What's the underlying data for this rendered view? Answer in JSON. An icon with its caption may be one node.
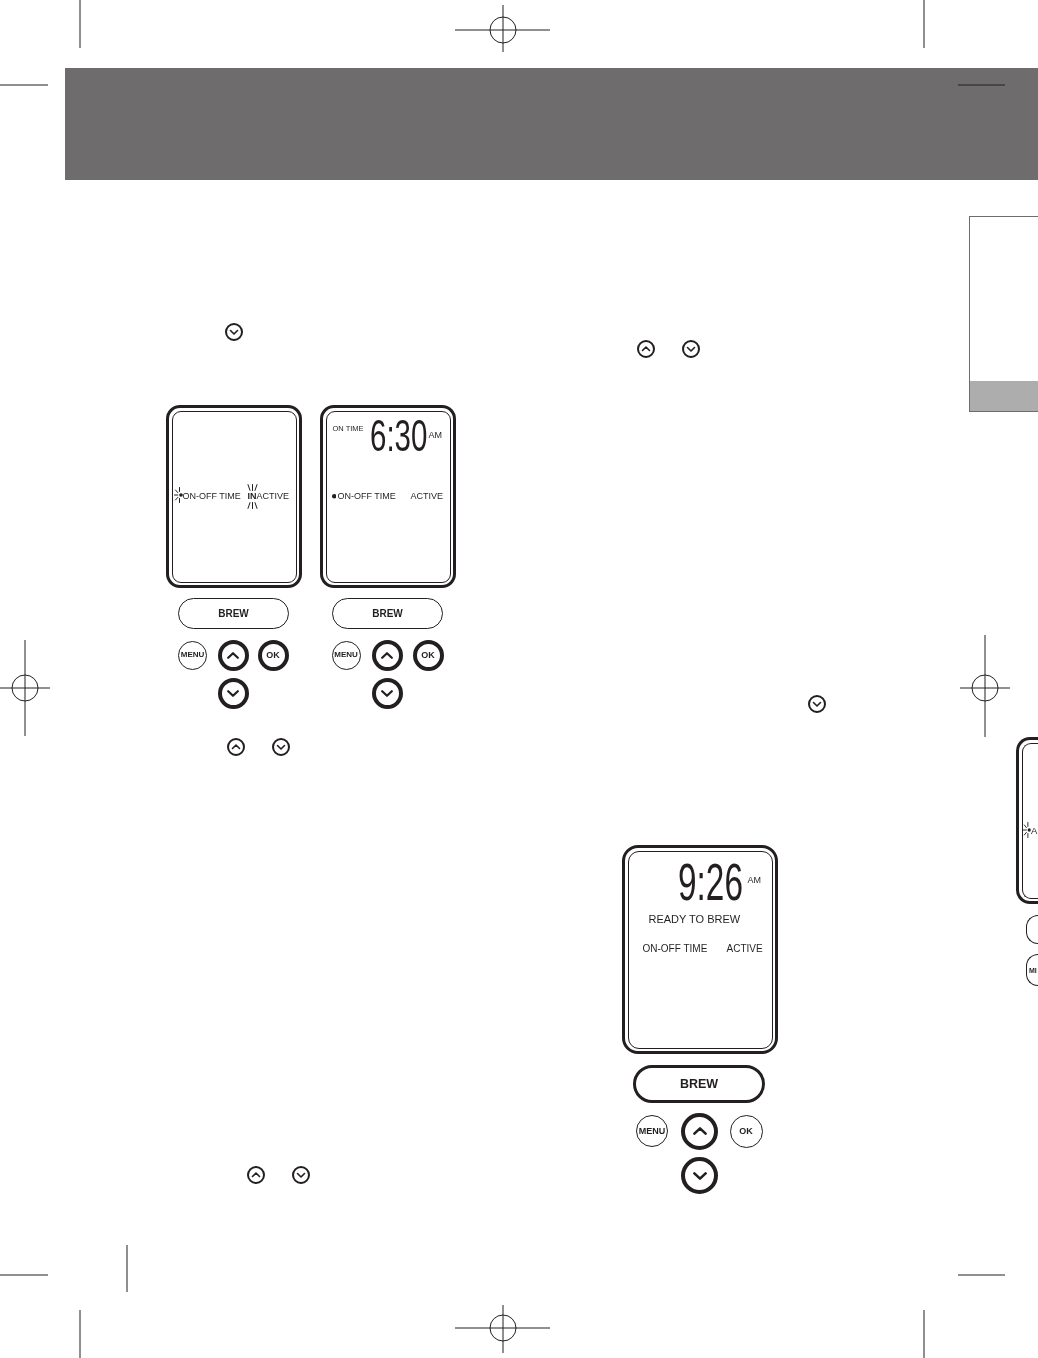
{
  "diagram": {
    "nodes": [
      {
        "text": [
          "ON-OFF TIME",
          "**IN**ACTIVE"
        ]
      },
      {
        "text": [
          "BREW"
        ]
      },
      {
        "text": [
          "MENU"
        ]
      },
      {
        "text": [],
        "shape": "circle"
      },
      {
        "text": [
          "OK"
        ]
      },
      {
        "text": [],
        "shape": "circle"
      },
      {
        "text": [
          "ON TIME",
          "6:30",
          "AM",
          "ON-OFF TIME",
          "ACTIVE"
        ]
      },
      {
        "text": [
          "BREW"
        ]
      },
      {
        "text": [
          "MENU"
        ]
      },
      {
        "text": [],
        "shape": "circle"
      },
      {
        "text": [
          "OK"
        ]
      },
      {
        "text": [],
        "shape": "circle"
      },
      {
        "text": [
          "9:26",
          "AM",
          "READY TO BREW",
          "ON-OFF TIME",
          "ACTIVE"
        ]
      },
      {
        "text": [
          "BREW"
        ]
      },
      {
        "text": [
          "MENU"
        ]
      },
      {
        "text": [],
        "shape": "circle"
      },
      {
        "text": [
          "OK"
        ]
      },
      {
        "text": [],
        "shape": "circle"
      },
      {
        "text": [
          "A"
        ]
      },
      {
        "text": [],
        "shape": "box"
      },
      {
        "text": [
          "MI"
        ]
      }
    ]
  }
}
